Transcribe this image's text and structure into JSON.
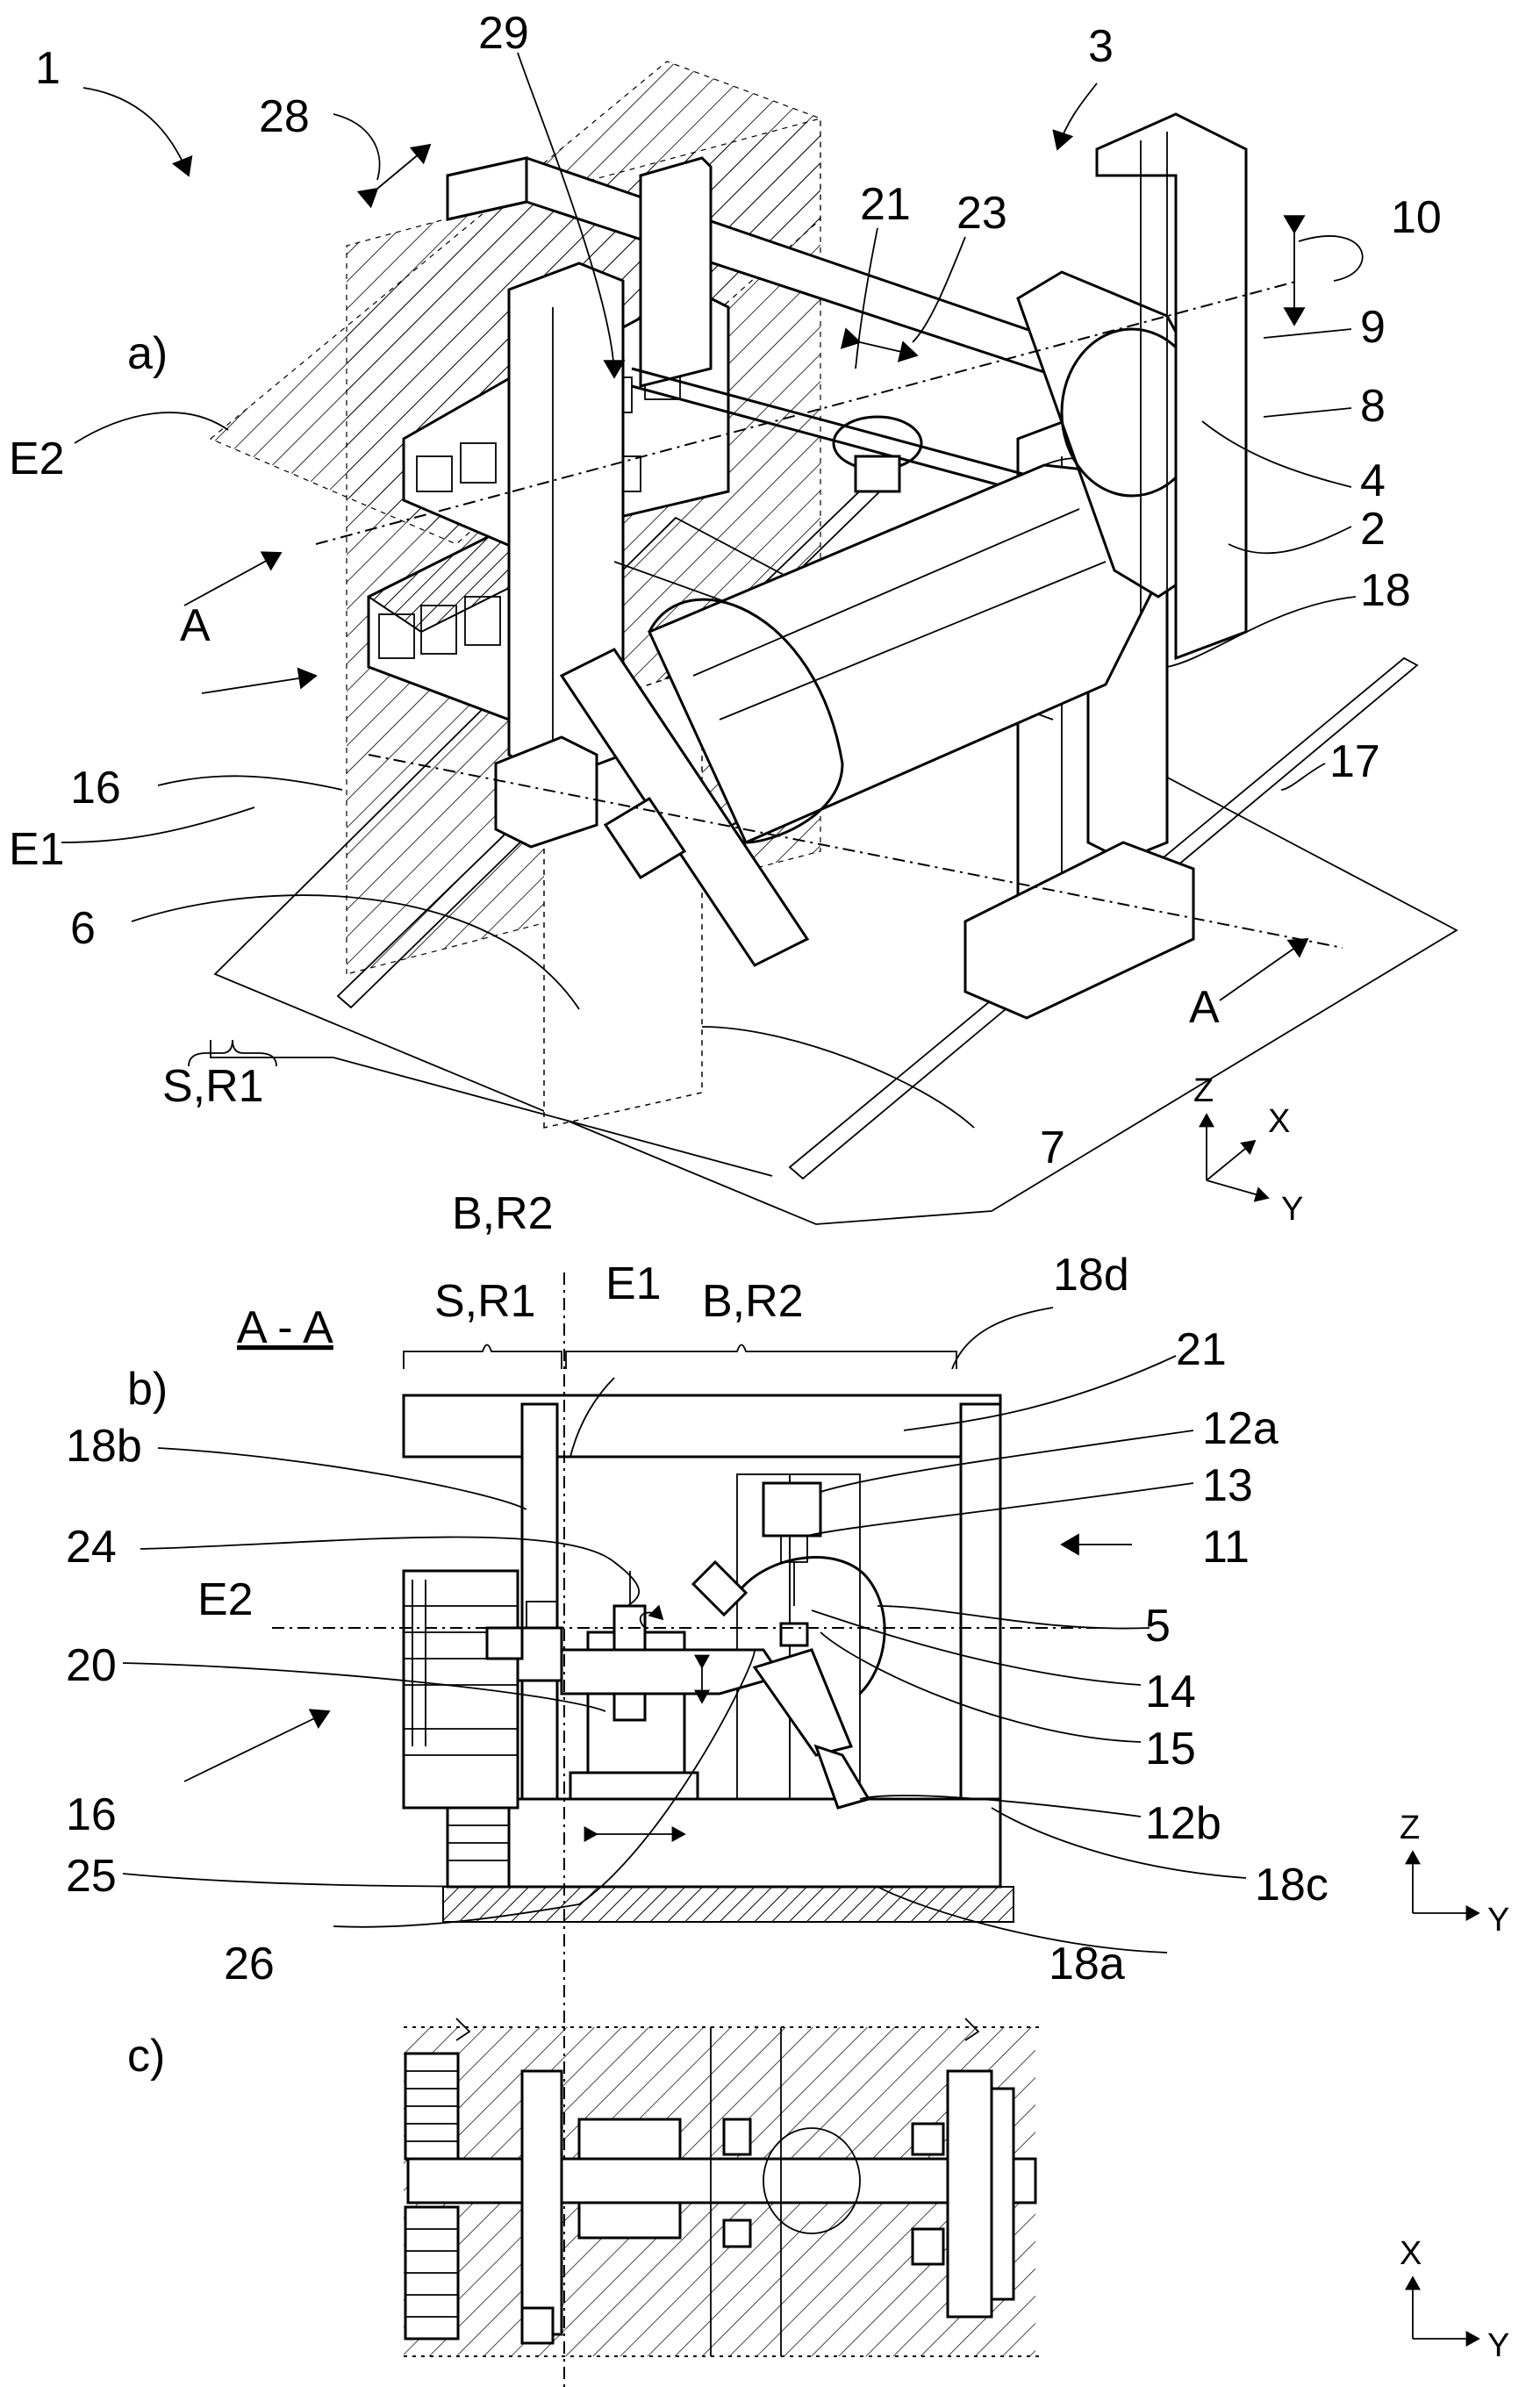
{
  "part_a": {
    "panel": "a)",
    "labels": {
      "n1": "1",
      "n28": "28",
      "n29": "29",
      "n3": "3",
      "n21": "21",
      "n23": "23",
      "n10": "10",
      "n9": "9",
      "n8": "8",
      "n4": "4",
      "n2": "2",
      "n18": "18",
      "n17": "17",
      "n16": "16",
      "n6": "6",
      "n7": "7",
      "E2": "E2",
      "E1": "E1",
      "A_left": "A",
      "A_right": "A",
      "SR1": "S,R1",
      "BR2": "B,R2"
    },
    "axes": {
      "z": "Z",
      "x": "X",
      "y": "Y"
    }
  },
  "part_b": {
    "panel": "b)",
    "section": "A - A",
    "labels": {
      "SR1": "S,R1",
      "E1": "E1",
      "BR2": "B,R2",
      "n18d": "18d",
      "n21": "21",
      "n12a": "12a",
      "n13": "13",
      "n11": "11",
      "n18b": "18b",
      "n24": "24",
      "E2": "E2",
      "n5": "5",
      "n14": "14",
      "n20": "20",
      "n15": "15",
      "n16": "16",
      "n12b": "12b",
      "n18c": "18c",
      "n25": "25",
      "n26": "26",
      "n18a": "18a"
    },
    "axes": {
      "z": "Z",
      "y": "Y"
    }
  },
  "part_c": {
    "panel": "c)",
    "axes": {
      "x": "X",
      "y": "Y"
    }
  }
}
